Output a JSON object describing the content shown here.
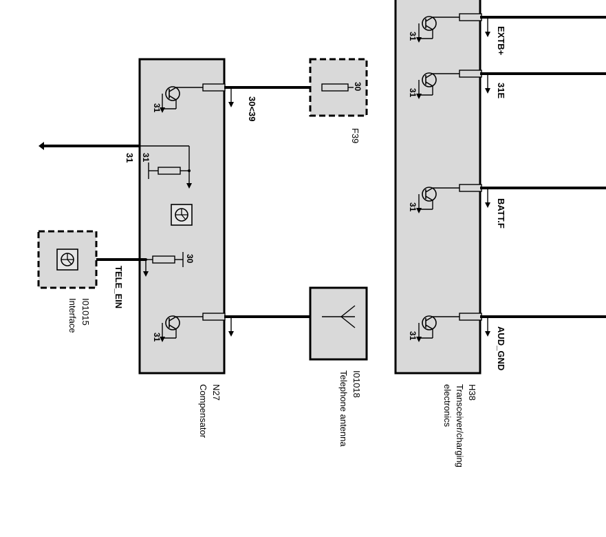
{
  "components": {
    "n27": {
      "id": "N27",
      "name": "Compensator"
    },
    "h38": {
      "id": "H38",
      "name": "Transceiver/charging electronics"
    },
    "f39": {
      "id": "F39",
      "pin": "30"
    },
    "i01015": {
      "id": "I01015",
      "name": "Interface"
    },
    "i01018": {
      "id": "I01018",
      "name": "Telephone antenna"
    }
  },
  "wires": {
    "w31": "31",
    "tele_ein": "TELE_EIN",
    "w30_39": "30<39",
    "extb": "EXTB+",
    "w31e": "31E",
    "batt": "BATT.F",
    "aud_gnd": "AUD_GND"
  },
  "pins": {
    "p31": "31",
    "p30": "30"
  }
}
